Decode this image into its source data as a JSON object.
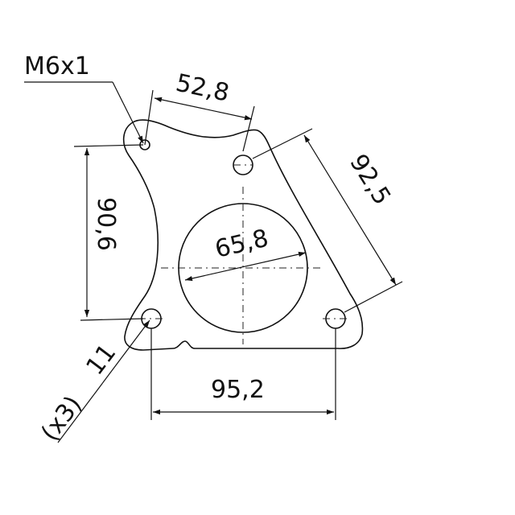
{
  "labels": {
    "thread": "M6x1",
    "bolt_spacing_top": "52,8",
    "height": "90,6",
    "side_length": "92,5",
    "bore_diameter": "65,8",
    "bottom_width": "95,2",
    "hole_diameter": "11",
    "hole_count": "(x3)"
  }
}
